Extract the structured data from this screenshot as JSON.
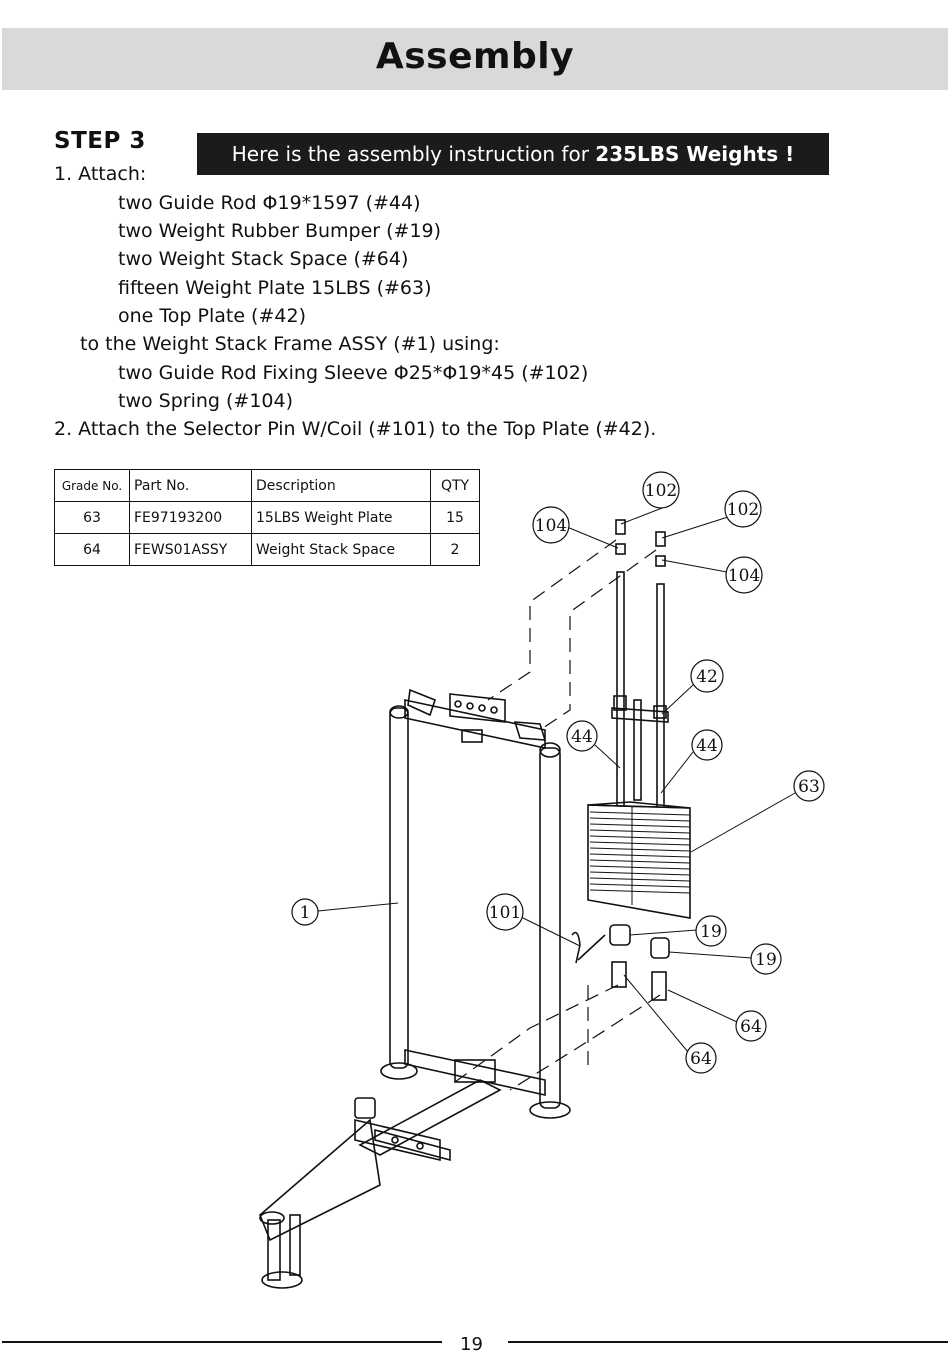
{
  "header": {
    "title": "Assembly"
  },
  "step": {
    "title": "STEP 3"
  },
  "banner": {
    "prefix": "Here is the assembly instruction for ",
    "emphasis": "235LBS Weights !"
  },
  "instructions": {
    "attach_label": "1. Attach:",
    "items": [
      "two Guide Rod Φ19*1597 (#44)",
      "two Weight Rubber Bumper (#19)",
      "two Weight Stack Space (#64)",
      "fifteen Weight Plate 15LBS (#63)",
      "one Top Plate (#42)"
    ],
    "to_frame": "to the Weight Stack Frame ASSY (#1) using:",
    "using_items": [
      "two Guide Rod Fixing Sleeve Φ25*Φ19*45 (#102)",
      "two Spring (#104)"
    ],
    "step2": "2. Attach the Selector Pin W/Coil (#101) to the Top Plate (#42)."
  },
  "parts_table": {
    "headers": [
      "Grade No.",
      "Part No.",
      "Description",
      "QTY"
    ],
    "rows": [
      [
        "63",
        "FE97193200",
        "15LBS Weight Plate",
        "15"
      ],
      [
        "64",
        "FEWS01ASSY",
        "Weight Stack Space",
        "2"
      ]
    ]
  },
  "callouts": {
    "c102a": "102",
    "c102b": "102",
    "c104a": "104",
    "c104b": "104",
    "c42": "42",
    "c44a": "44",
    "c44b": "44",
    "c63": "63",
    "c1": "1",
    "c101": "101",
    "c19a": "19",
    "c19b": "19",
    "c64a": "64",
    "c64b": "64"
  },
  "footer": {
    "page_number": "19"
  }
}
